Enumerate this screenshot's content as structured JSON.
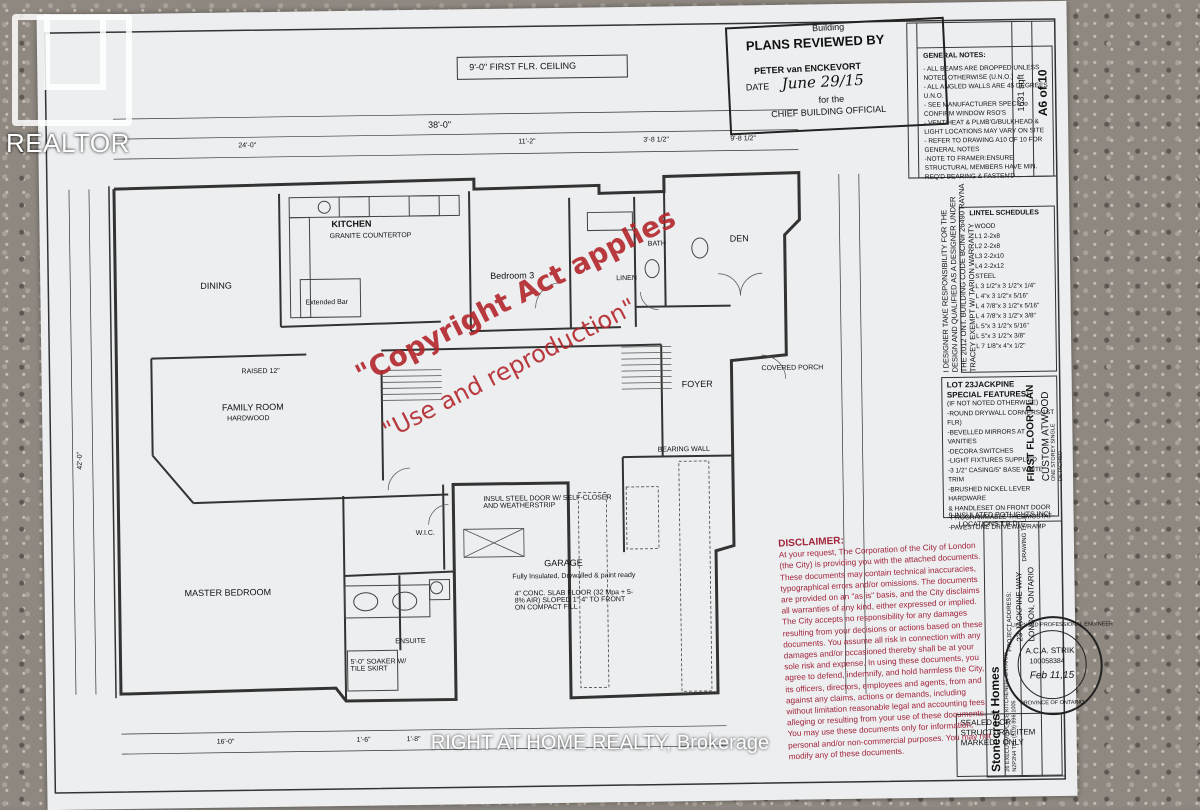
{
  "watermark": {
    "brand": "REALTOR",
    "brokerage": "RIGHT AT HOME REALTY, Brokerage"
  },
  "review_stamp": {
    "heading": "Building",
    "title": "PLANS REVIEWED BY",
    "name": "PETER van ENCKEVORT",
    "date_label": "DATE",
    "date_value": "June 29/15",
    "for_label": "for the",
    "official": "CHIEF BUILDING OFFICIAL"
  },
  "ceiling_label": "9'-0\" FIRST FLR. CEILING",
  "general_notes": {
    "title": "GENERAL NOTES:",
    "items": [
      "- ALL BEAMS ARE DROPPED UNLESS NOTED OTHERWISE (U.N.O.)",
      "- ALL ANGLED WALLS ARE 45 DEGREES U.N.O.",
      "- SEE MANUFACTURER SPECS to CONFIRM WINDOW RSO'S",
      "- VENT/HEAT & PLMB'G/BULKHEAD & LIGHT LOCATIONS MAY VARY ON SITE",
      "- REFER TO DRAWING A10 OF 10 FOR GENERAL NOTES",
      "-NOTE TO FRAMER:ENSURE STRUCTURAL MEMBERS HAVE MIN. REQ'D BEARING & FASTEN'D"
    ]
  },
  "lintel": {
    "title": "LINTEL SCHEDULES",
    "wood": "WOOD",
    "steel": "STEEL",
    "wood_rows": [
      "L1 2-2x8",
      "L2 2-2x8",
      "L3 2-2x10",
      "L4 2-2x12"
    ],
    "steel_rows": [
      "L 3 1/2\"x 3 1/2\"x 1/4\"",
      "L 4\"x 3 1/2\"x 5/16\"",
      "L 4 7/8\"x 3 1/2\"x 5/16\"",
      "L 4 7/8\"x 3 1/2\"x 3/8\"",
      "L 5\"x 3 1/2\"x 5/16\"",
      "L 5\"x 3 1/2\"x 3/8\"",
      "L 7 1/8\"x 4\"x 1/2\""
    ]
  },
  "special": {
    "title1": "LOT 23JACKPINE",
    "title2": "SPECIAL FEATURES:",
    "items": [
      "(IF NOT NOTED OTHERWISE)",
      "-ROUND DRYWALL CORNERS(1ST FLR)",
      "-BEVELLED MIRRORS AT VANITIES",
      "-DECORA SWITCHES",
      "-LIGHT FIXTURES SUPPLIED",
      "-3 1/2\" CASING/5\" BASE WHITE TRIM",
      "-BRUSHED NICKEL LEVER HARDWARE",
      "& HANDLESET ON FRONT DOOR",
      "-PROGRAMMABLE THERMOSTAT",
      "-PAVESTONE DRIVEWAY/RAMP"
    ],
    "potlights": "9 INSULATED POTLIGHTS INCL.",
    "potlights2": "LOCATIONS T.B.D."
  },
  "disclaimer": {
    "title": "DISCLAIMER:",
    "text": "At your request, The Corporation of the City of London (the City) is providing you with the attached documents. These documents may contain technical inaccuracies, typographical errors and/or omissions. The documents are provided on an \"as is\" basis, and the City disclaims all warranties of any kind, either expressed or implied. The City accepts no responsibility for any damages resulting from your decisions or actions based on these documents. You assume all risk in connection with any damages and/or occasioned thereby shall be at your sole risk and expense. In using these documents, you agree to defend, indemnify, and hold harmless the City, its officers, directors, employees and agents, from and against any claims, actions or demands, including without limitation reasonable legal and accounting fees, alleging or resulting from your use of these documents. You may use these documents only for information, personal and/or non-commercial purposes. You may not modify any of these documents."
  },
  "copyright": {
    "line1": "\"Copyright Act applies",
    "line2": "\"Use and reproduction\""
  },
  "rooms": {
    "kitchen": "KITCHEN",
    "kitchen_note": "GRANITE COUNTERTOP",
    "dining": "DINING",
    "bedroom3": "Bedroom 3",
    "den": "DEN",
    "family": "FAMILY ROOM",
    "family_floor": "HARDWOOD",
    "raised": "RAISED 12\"",
    "foyer": "FOYER",
    "garage": "GARAGE",
    "garage_note": "Fully Insulated, Drywalled & paint ready",
    "garage_slab": "4\" CONC. SLAB FLOOR (32 Mpa + 5-8% AIR) SLOPED 1\"-4\" TO FRONT ON COMPACT FILL",
    "master": "MASTER BEDROOM",
    "ensuite": "ENSUITE",
    "soaker": "5'-0\" SOAKER W/ TILE SKIRT",
    "bath": "BATH",
    "linen": "LINEN",
    "wic": "W.I.C.",
    "ext_bar": "Extended Bar",
    "covered_porch": "COVERED PORCH",
    "steel_door": "INSUL STEEL DOOR W/ SELF-CLOSER AND WEATHERSTRIP",
    "bearing": "BEARING WALL"
  },
  "dims": {
    "overall_width": "38'-0\"",
    "overall_depth": "42'-0\"",
    "top_dims": [
      "24'-0\"",
      "11'-2\"",
      "3'-8 1/2\"",
      "9'-8 1/2\""
    ],
    "bottom_dims": [
      "16'-0\"",
      "1'-6\"",
      "1'-8\""
    ]
  },
  "title_block": {
    "company": "Stonecrest Homes",
    "address": "26 EXECUTIVE PLACE KITCHENER, ONTARIO N2P2N4 TEL (519) 896-1005",
    "project_label": "PROJECT ADDRESS:",
    "lot": "23 JACKPINE WAY",
    "city": "LONDON, ONTARIO",
    "drawing_title_label": "DRAWING TITLE",
    "drawing_title": "FIRST FLOOR PLAN",
    "model": "CUSTOM ATWOOD",
    "storey": "ONE STOREY SINGLE DETACHED",
    "sheet": "A6 of 10",
    "area": "1631 sqft",
    "qual": "I DESIGNER TAKE RESPONSIBILITY FOR THE DESIGN AND QUALIFIED AS A DESIGNER UNDER THE 2012 ONT. BUILDING CODE BCIN# 26490 RAYNA TRACEY EXEMPT W/ TARION WARRANTY",
    "sealed": "SEALED FOR STRUCTURAL ITEM MARKED * ONLY"
  },
  "seal": {
    "top": "LICENSED PROFESSIONAL ENGINEER",
    "name": "A.C.A. STRIK",
    "number": "100058384",
    "date": "Feb 11,15",
    "bottom": "PROVINCE OF ONTARIO"
  }
}
